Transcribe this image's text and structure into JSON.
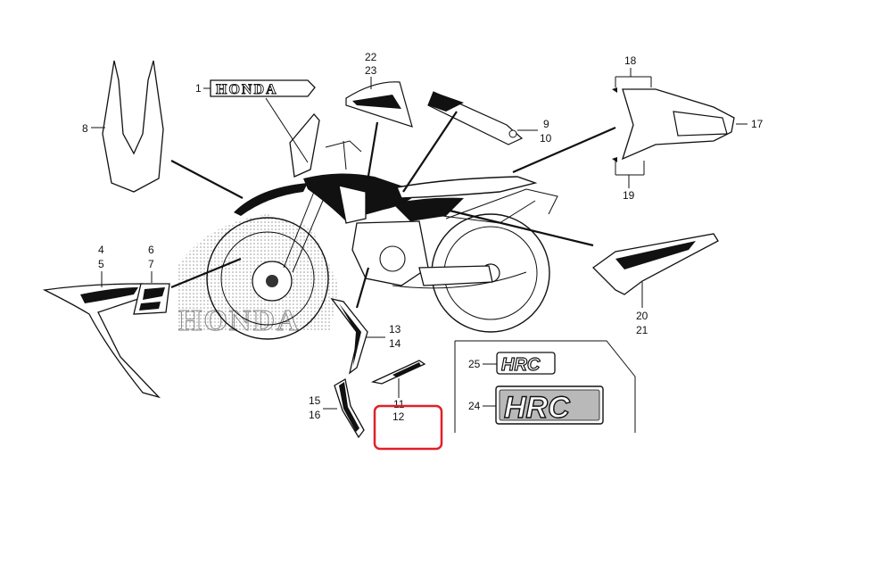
{
  "labels": {
    "n1": "1",
    "n4": "4",
    "n5": "5",
    "n6": "6",
    "n7": "7",
    "n8": "8",
    "n9": "9",
    "n10": "10",
    "n11": "11",
    "n12": "12",
    "n13": "13",
    "n14": "14",
    "n15": "15",
    "n16": "16",
    "n17": "17",
    "n18": "18",
    "n19": "19",
    "n20": "20",
    "n21": "21",
    "n22": "22",
    "n23": "23",
    "n24": "24",
    "n25": "25"
  },
  "emblems": {
    "honda_text": "HONDA",
    "tank_text": "HONDA",
    "hrc_small": "HRC",
    "hrc_large": "HRC"
  },
  "highlight": {
    "color": "#e0202a",
    "target": "12"
  },
  "colors": {
    "ink": "#111111",
    "shade": "#b9b9b9"
  }
}
